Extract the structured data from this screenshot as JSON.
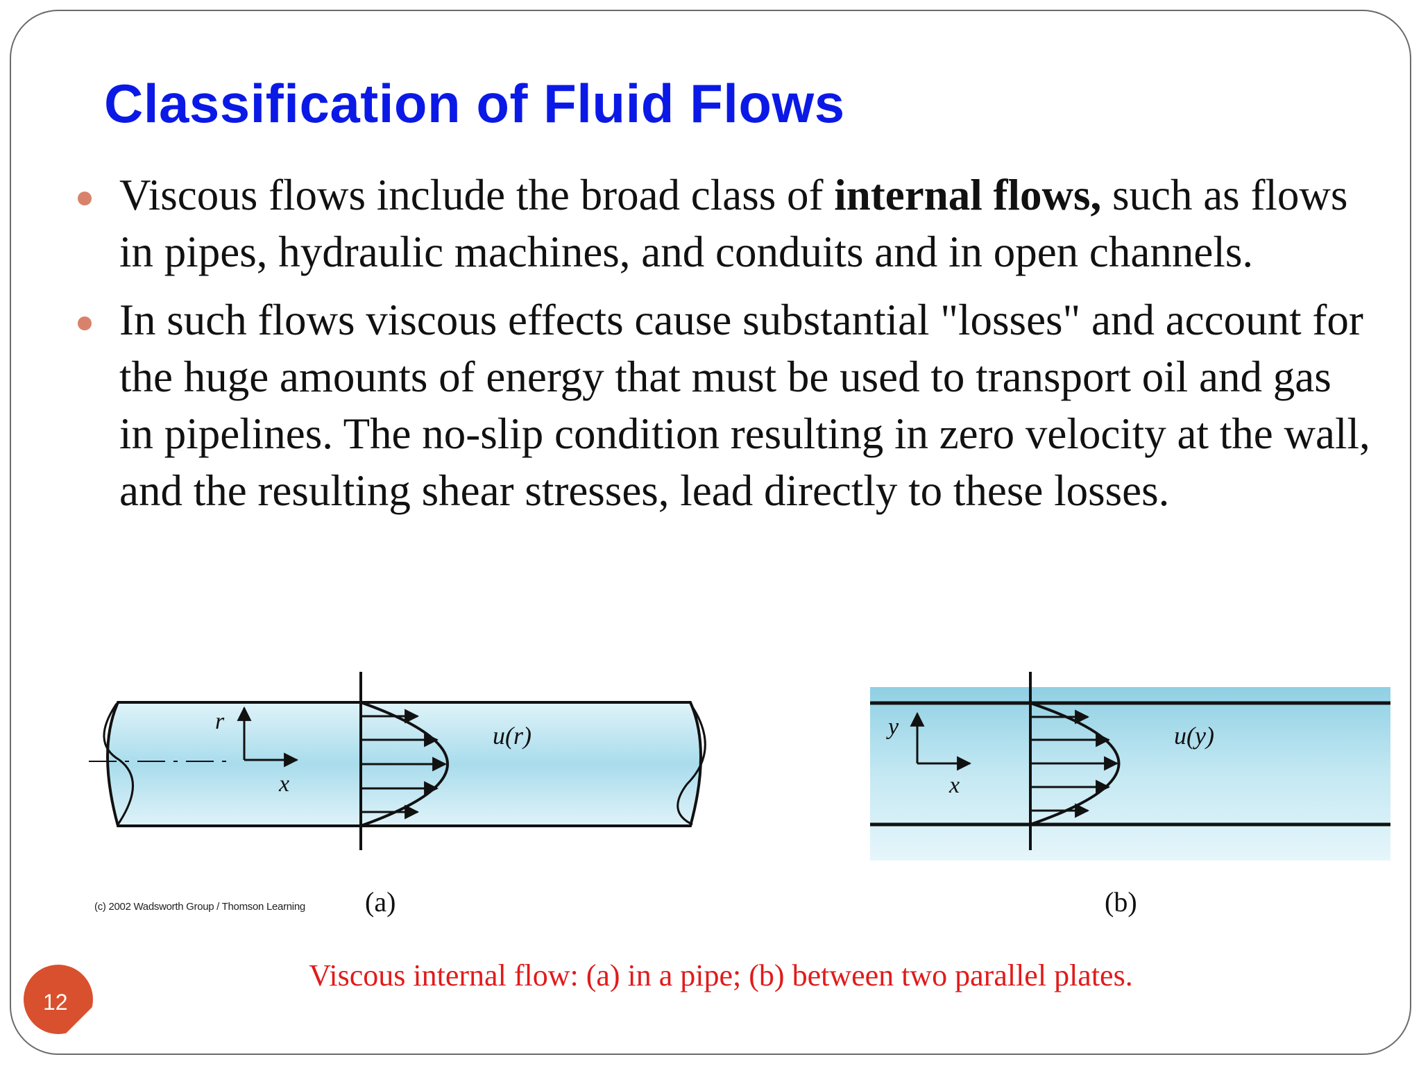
{
  "slide": {
    "title": "Classification of Fluid Flows",
    "page_number": "12"
  },
  "bullets": [
    {
      "before": "Viscous flows include the broad class of ",
      "bold": "internal flows,",
      "after": " such as flows in pipes, hydraulic machines, and conduits and in open channels."
    },
    {
      "before": "In such flows viscous effects cause substantial \"losses\" and account for the huge amounts of energy that must be used to transport oil and gas in pipelines. The no-slip condition resulting in zero velocity at the wall, and the resulting shear stresses, lead directly to these losses.",
      "bold": "",
      "after": ""
    }
  ],
  "figure": {
    "pipe": {
      "r_label": "r",
      "x_label": "x",
      "profile_label": "u(r)",
      "panel_label": "(a)"
    },
    "plates": {
      "y_label": "y",
      "x_label": "x",
      "profile_label": "u(y)",
      "panel_label": "(b)"
    },
    "copyright": "(c) 2002 Wadsworth Group / Thomson Learning",
    "caption": "Viscous internal flow: (a) in a pipe; (b) between two parallel plates."
  },
  "colors": {
    "title": "#0b19e6",
    "bullet": "#d9826b",
    "caption": "#e01b1b",
    "badge": "#d9502e",
    "fluid": "#bfe6f2"
  }
}
